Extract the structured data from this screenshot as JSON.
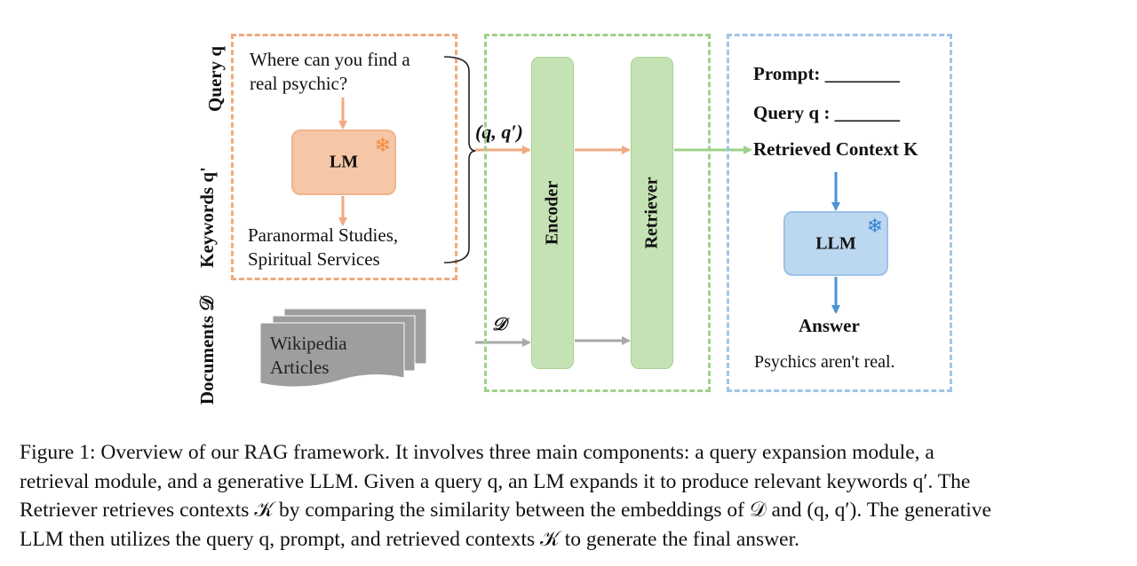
{
  "figure": {
    "row_labels": {
      "query": "Query q",
      "keywords": "Keywords q'",
      "documents": "Documents 𝒟"
    },
    "query_expansion": {
      "query_text_line1": "Where can you find a",
      "query_text_line2": "real psychic?",
      "lm_label": "LM",
      "lm_status_icon": "snowflake-icon",
      "keywords_line1": "Paranormal Studies,",
      "keywords_line2": "Spiritual Services",
      "pair_label": "(q, q′)",
      "color": "#f0a980"
    },
    "documents": {
      "line1": "Wikipedia",
      "line2": "Articles",
      "arrow_label": "𝒟",
      "color": "#9e9e9e"
    },
    "retrieval": {
      "encoder_label": "Encoder",
      "retriever_label": "Retriever",
      "color": "#9fd08a"
    },
    "generation": {
      "prompt_label": "Prompt:",
      "prompt_blank": "________",
      "query_label": "Query q :",
      "query_blank": "_______",
      "context_label": "Retrieved Context K",
      "llm_label": "LLM",
      "llm_status_icon": "snowflake-icon",
      "answer_label": "Answer",
      "answer_text": "Psychics aren't real.",
      "color": "#9ec5e6"
    }
  },
  "caption": {
    "lines": [
      "Figure 1: Overview of our RAG framework. It involves three main components: a query expansion module, a",
      "retrieval module, and a generative LLM. Given a query q, an LM expands it to produce relevant keywords q′. The",
      "Retriever retrieves contexts 𝒦 by comparing the similarity between the embeddings of 𝒟 and (q, q′). The generative",
      "LLM then utilizes the query q, prompt, and retrieved contexts 𝒦 to generate the final answer."
    ]
  }
}
